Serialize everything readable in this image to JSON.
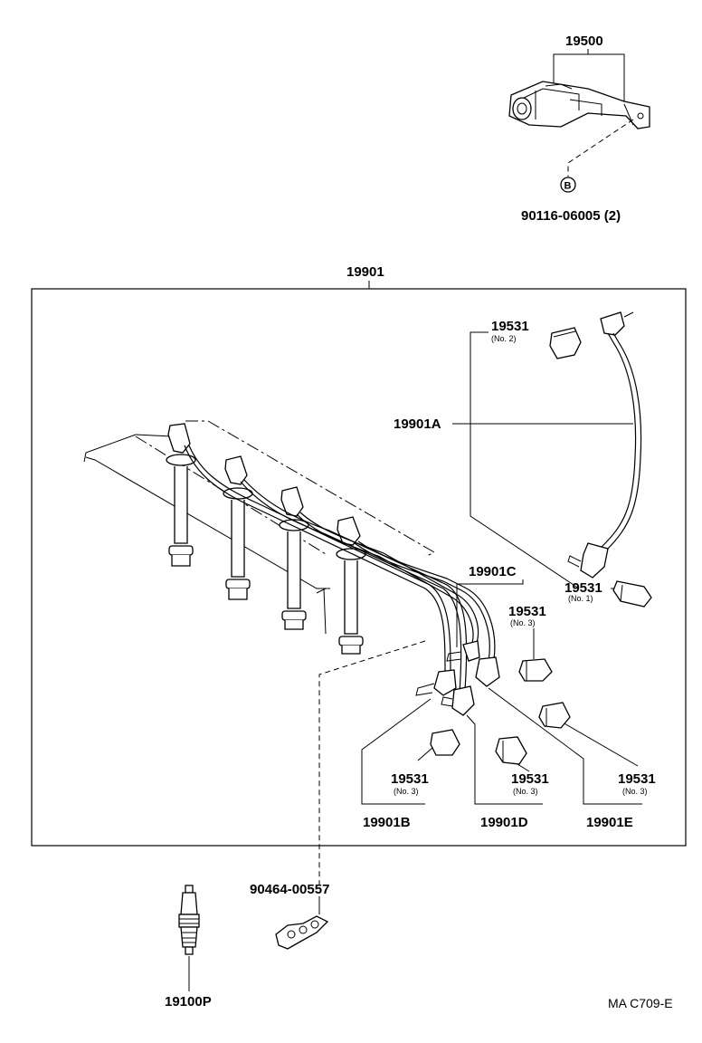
{
  "labels": {
    "p19500": "19500",
    "p90116": "90116-06005 (2)",
    "bolt_letter": "B",
    "p19901": "19901",
    "p19531_no2": "19531",
    "sub_no2": "(No. 2)",
    "p19901A": "19901A",
    "p19531_no1": "19531",
    "sub_no1": "(No. 1)",
    "p19901C": "19901C",
    "p19531_no3_c": "19531",
    "sub_no3_c": "(No. 3)",
    "p19531_no3_b": "19531",
    "sub_no3_b": "(No. 3)",
    "p19531_no3_d": "19531",
    "sub_no3_d": "(No. 3)",
    "p19531_no3_e": "19531",
    "sub_no3_e": "(No. 3)",
    "p19901B": "19901B",
    "p19901D": "19901D",
    "p19901E": "19901E",
    "p90464": "90464-00557",
    "p19100P": "19100P",
    "figure_code": "MA C709-E"
  },
  "icons": {
    "igniter": "ignition-coil-icon",
    "bolt": "bolt-b-icon",
    "spark_plug": "spark-plug-icon",
    "clamp": "cord-clamp-icon",
    "boot": "wire-boot-icon"
  },
  "colors": {
    "ink": "#000000",
    "paper": "#ffffff"
  }
}
